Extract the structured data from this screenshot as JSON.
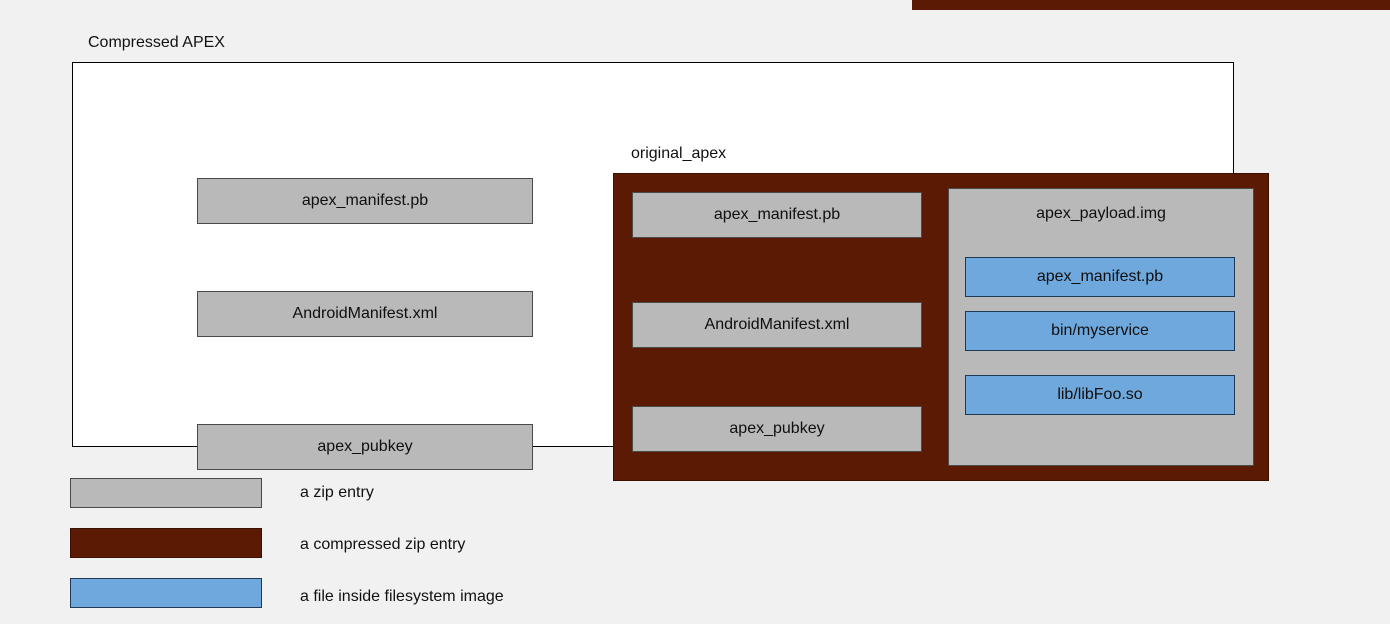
{
  "diagram": {
    "title": "Compressed APEX",
    "outer_entries": [
      "apex_manifest.pb",
      "AndroidManifest.xml",
      "apex_pubkey"
    ],
    "original_apex": {
      "label": "original_apex",
      "entries": [
        "apex_manifest.pb",
        "AndroidManifest.xml",
        "apex_pubkey"
      ],
      "payload": {
        "label": "apex_payload.img",
        "files": [
          "apex_manifest.pb",
          "bin/myservice",
          "lib/libFoo.so"
        ]
      }
    }
  },
  "legend": [
    {
      "label": "a zip entry",
      "swatch_color": "#b9b9b9"
    },
    {
      "label": "a compressed zip entry",
      "swatch_color": "#5b1a04"
    },
    {
      "label": "a file inside filesystem image",
      "swatch_color": "#6fa8dc"
    }
  ],
  "colors": {
    "zip_entry_gray": "#b9b9b9",
    "compressed_maroon": "#5b1a04",
    "filesystem_file_blue": "#6fa8dc",
    "background": "#f1f1f1",
    "outer_container": "#ffffff"
  }
}
